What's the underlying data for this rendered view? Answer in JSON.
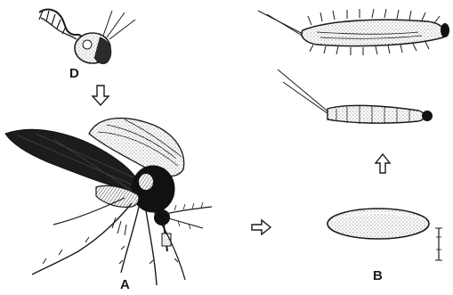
{
  "figure": {
    "stages": [
      {
        "id": "A",
        "label": "A",
        "stage": "adult"
      },
      {
        "id": "B",
        "label": "B",
        "stage": "egg"
      },
      {
        "id": "C1",
        "label": "",
        "stage": "larva"
      },
      {
        "id": "C2",
        "label": "",
        "stage": "larva-late"
      },
      {
        "id": "D",
        "label": "D",
        "stage": "pupa"
      }
    ],
    "arrows": [
      {
        "from": "A",
        "to": "B",
        "direction": "right"
      },
      {
        "from": "B",
        "to": "C2",
        "direction": "up"
      },
      {
        "from": "D",
        "to": "A",
        "direction": "down"
      }
    ],
    "colors": {
      "ink": "#1a1a1a",
      "background": "#ffffff"
    }
  }
}
